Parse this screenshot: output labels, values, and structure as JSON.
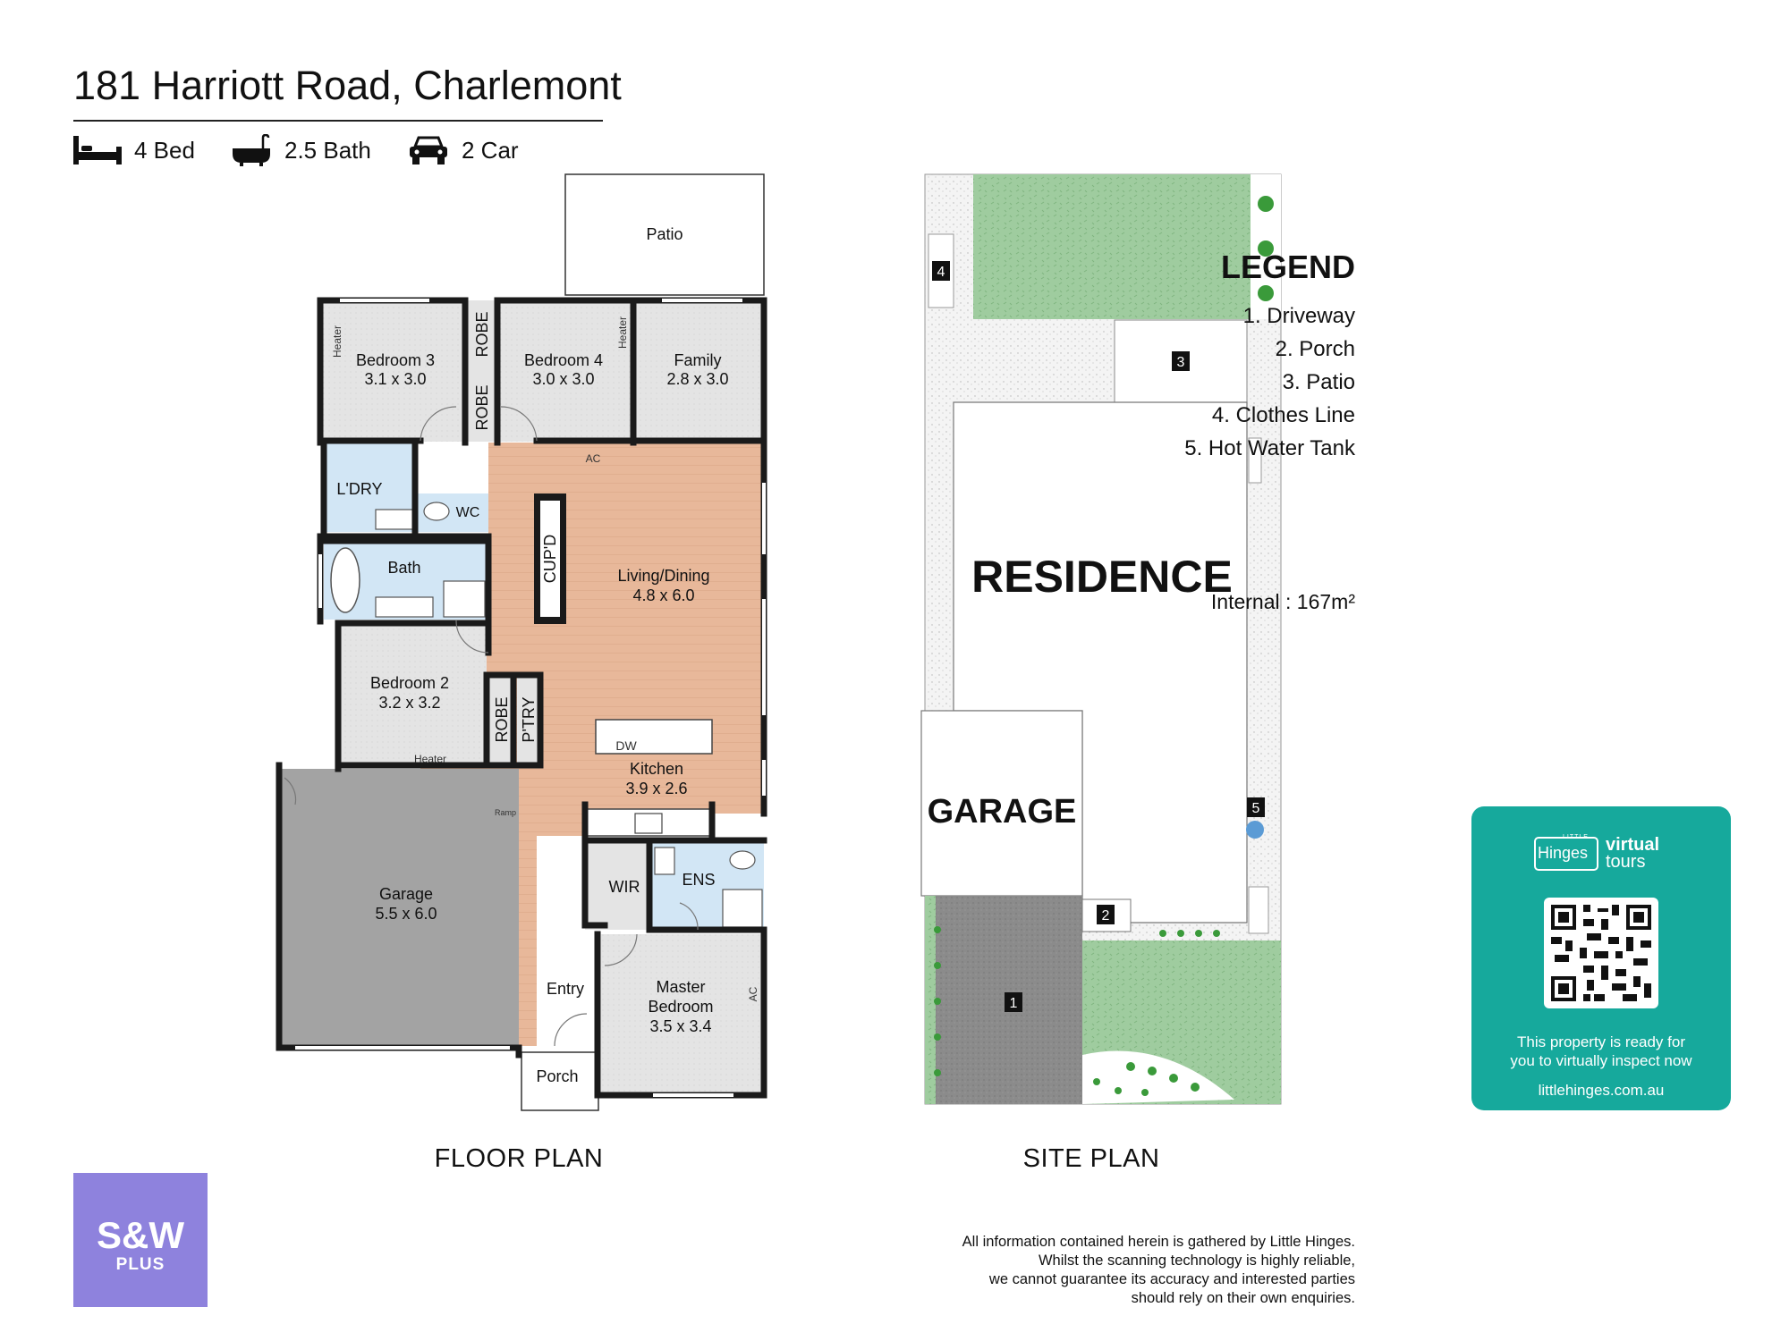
{
  "header": {
    "address": "181 Harriott Road, Charlemont",
    "features": [
      {
        "icon": "bed-icon",
        "label": "4 Bed"
      },
      {
        "icon": "bathtub-icon",
        "label": "2.5 Bath"
      },
      {
        "icon": "car-icon",
        "label": "2 Car"
      }
    ]
  },
  "floor_plan": {
    "caption": "FLOOR PLAN",
    "rooms": {
      "patio": "Patio",
      "bedroom3": {
        "name": "Bedroom 3",
        "size": "3.1 x 3.0"
      },
      "bedroom4": {
        "name": "Bedroom 4",
        "size": "3.0 x 3.0"
      },
      "family": {
        "name": "Family",
        "size": "2.8 x 3.0"
      },
      "robe": "ROBE",
      "laundry": "L'DRY",
      "wc": "WC",
      "bath": "Bath",
      "cupboard": "CUP'D",
      "living": {
        "name": "Living/Dining",
        "size": "4.8 x 6.0"
      },
      "bedroom2": {
        "name": "Bedroom 2",
        "size": "3.2 x 3.2"
      },
      "pantry": "P'TRY",
      "kitchen": {
        "name": "Kitchen",
        "size": "3.9 x 2.6"
      },
      "garage": {
        "name": "Garage",
        "size": "5.5 x 6.0"
      },
      "wir": "WIR",
      "ensuite": "ENS",
      "entry": "Entry",
      "master": {
        "name": "Master",
        "name2": "Bedroom",
        "size": "3.5 x 3.4"
      },
      "porch": "Porch"
    },
    "labels": {
      "ac": "AC",
      "heater": "Heater",
      "dw": "DW",
      "ramp": "Ramp"
    }
  },
  "site_plan": {
    "caption": "SITE PLAN",
    "residence": "RESIDENCE",
    "garage": "GARAGE",
    "markers": [
      "1",
      "2",
      "3",
      "4",
      "5"
    ]
  },
  "legend": {
    "title": "LEGEND",
    "items": [
      "1. Driveway",
      "2. Porch",
      "3. Patio",
      "4. Clothes Line",
      "5. Hot Water Tank"
    ],
    "internal": "Internal  : 167m²"
  },
  "promo": {
    "brand_small": "LITTLE",
    "brand_name": "Hinges",
    "brand_virtual": "virtual",
    "brand_tours": "tours",
    "line1": "This property is ready for",
    "line2": "you to virtually inspect now",
    "url": "littlehinges.com.au"
  },
  "agency": {
    "name": "S&W",
    "sub": "PLUS"
  },
  "disclaimer": [
    "All information contained herein is gathered by Little Hinges.",
    "Whilst the scanning technology is highly reliable,",
    "we cannot guarantee its accuracy and interested parties",
    "should rely on their own enquiries."
  ],
  "colors": {
    "wall": "#1a1a1a",
    "room_grey": "#e4e4e4",
    "wood": "#e8b89a",
    "wet_area": "#d2e6f5",
    "garage_fill": "#a3a3a3",
    "grass": "#9fcc9f",
    "driveway": "#8b8b8b",
    "promo": "#16a99c",
    "agency": "#8e82dd"
  }
}
